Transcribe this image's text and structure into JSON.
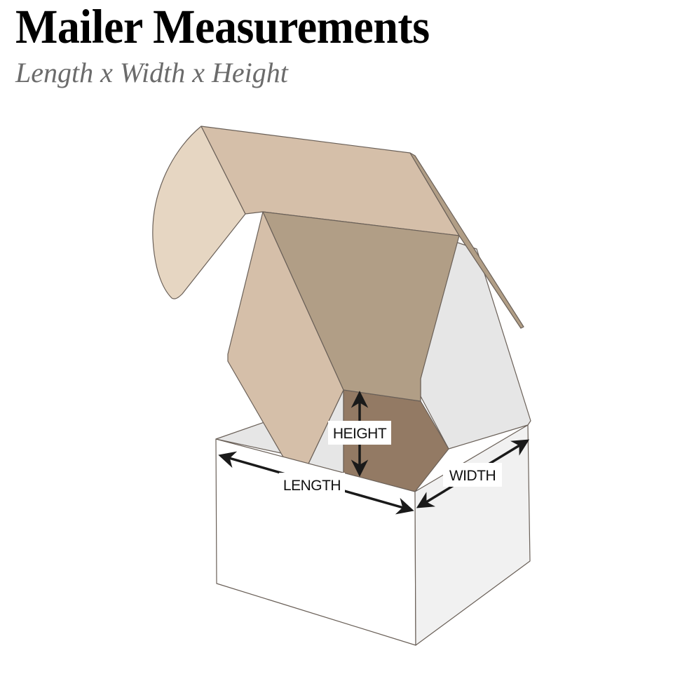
{
  "header": {
    "title": "Mailer Measurements",
    "subtitle": "Length x Width x Height"
  },
  "diagram": {
    "subject": "Open mailer box with dimension arrows",
    "labels": {
      "length": "LENGTH",
      "width": "WIDTH",
      "height": "HEIGHT"
    },
    "colors": {
      "flap_light": "#e6d6c2",
      "flap_mid": "#d5bfa9",
      "flap_inner": "#b19e86",
      "box_interior": "#937a64",
      "box_side": "#e6e6e6",
      "box_front": "#ffffff",
      "box_right": "#f1f1f1",
      "outline": "#6a6058",
      "arrow": "#1a1a1a"
    }
  }
}
